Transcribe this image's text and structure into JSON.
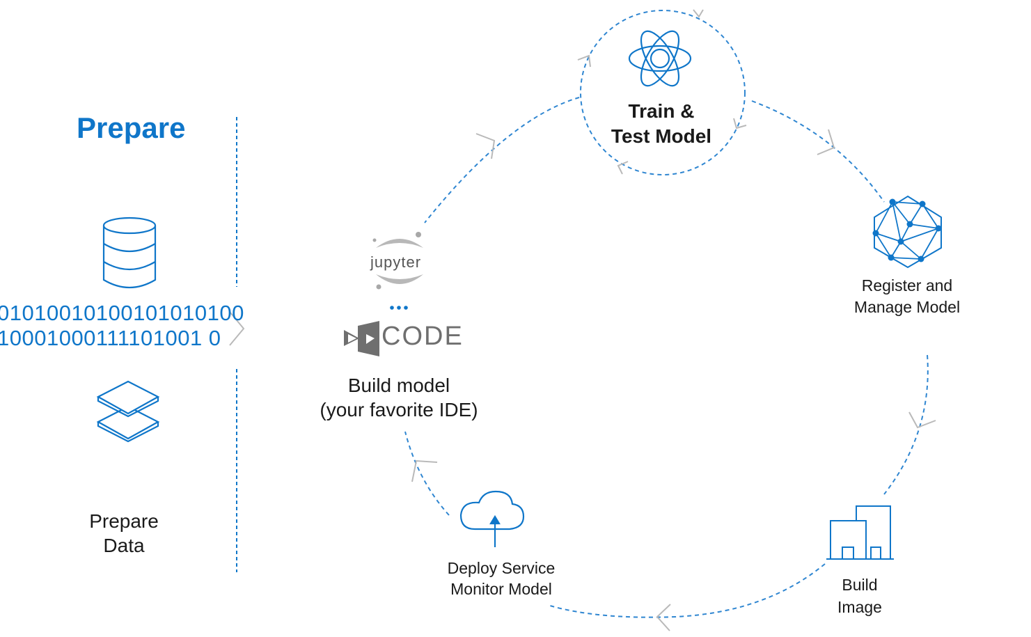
{
  "colors": {
    "accent": "#0f76c9",
    "text": "#1a1a1a",
    "arrow": "#b9b9b9",
    "ide_logo": "#6f6f6f"
  },
  "prepare": {
    "title": "Prepare",
    "binary": [
      "01010010100101010100",
      "10001000111101001 0"
    ],
    "label": [
      "Prepare",
      "Data"
    ]
  },
  "steps": {
    "train": [
      "Train &",
      "Test Model"
    ],
    "register": [
      "Register and",
      "Manage Model"
    ],
    "build_image": [
      "Build",
      "Image"
    ],
    "deploy": [
      "Deploy Service",
      "Monitor Model"
    ],
    "build_model": [
      "Build model",
      "(your favorite IDE)"
    ]
  },
  "ide": {
    "jupyter": "jupyter",
    "vscode": "CODE",
    "ellipsis": "..."
  },
  "icons": {
    "database": "database-icon",
    "layers": "layers-icon",
    "atom": "atom-icon",
    "network": "network-model-icon",
    "buildings": "buildings-icon",
    "cloud": "cloud-upload-icon",
    "jupyter": "jupyter-logo",
    "vscode": "vs-code-logo"
  }
}
